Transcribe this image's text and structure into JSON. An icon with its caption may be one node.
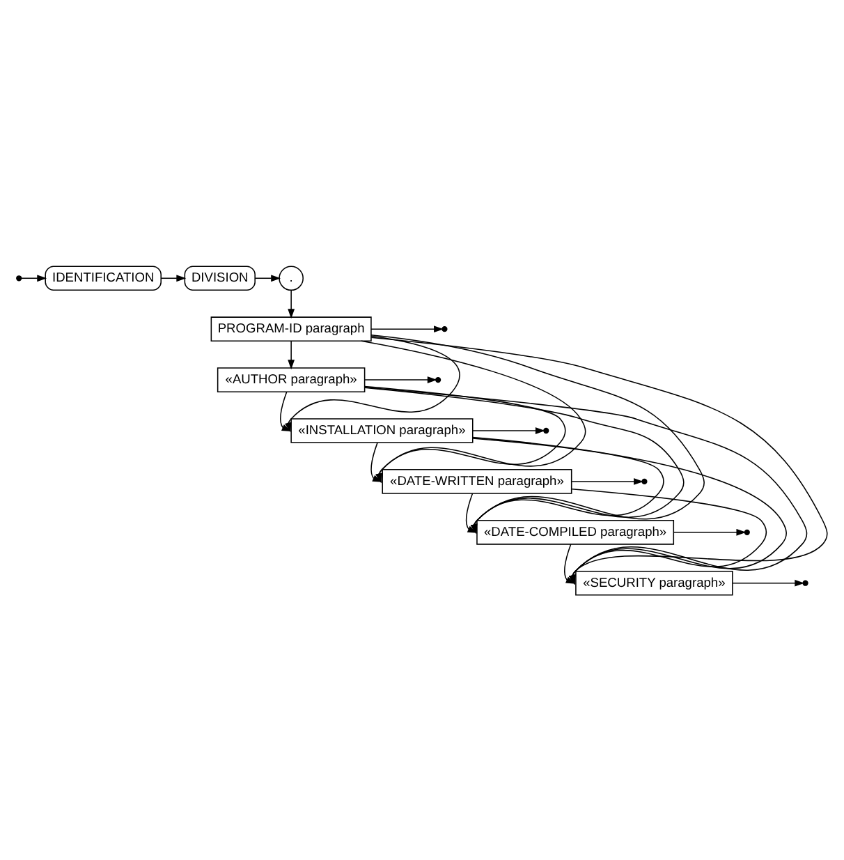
{
  "diagram": {
    "nodes": [
      {
        "text": [
          "IDENTIFICATION"
        ]
      },
      {
        "text": [
          "DIVISION"
        ]
      },
      {
        "text": [
          "."
        ]
      },
      {
        "text": [
          "PROGRAM-ID paragraph"
        ]
      },
      {
        "text": [
          "«AUTHOR paragraph»"
        ]
      },
      {
        "text": [
          "«INSTALLATION paragraph»"
        ]
      },
      {
        "text": [
          "«DATE-WRITTEN paragraph»"
        ]
      },
      {
        "text": [
          "«DATE-COMPILED paragraph»"
        ]
      },
      {
        "text": [
          "«SECURITY paragraph»"
        ]
      }
    ],
    "edges": [
      {
        "from": null,
        "to": 0,
        "arrow": "to"
      },
      {
        "from": 0,
        "to": 1,
        "arrow": "to"
      },
      {
        "from": 1,
        "to": 2,
        "arrow": "to"
      },
      {
        "from": 2,
        "to": 3,
        "arrow": "to"
      },
      {
        "from": 3,
        "to": null,
        "arrow": "to"
      },
      {
        "from": 3,
        "to": 4,
        "arrow": "to"
      },
      {
        "from": 3,
        "to": 5,
        "arrow": "to"
      },
      {
        "from": 3,
        "to": 6,
        "arrow": "to"
      },
      {
        "from": 3,
        "to": 7,
        "arrow": "to"
      },
      {
        "from": 3,
        "to": 8,
        "arrow": "to"
      },
      {
        "from": 4,
        "to": null,
        "arrow": "to"
      },
      {
        "from": 4,
        "to": 5,
        "arrow": "to"
      },
      {
        "from": 4,
        "to": 6,
        "arrow": "to"
      },
      {
        "from": 4,
        "to": 7,
        "arrow": "to"
      },
      {
        "from": 4,
        "to": 8,
        "arrow": "to"
      },
      {
        "from": 5,
        "to": null,
        "arrow": "to"
      },
      {
        "from": 5,
        "to": 6,
        "arrow": "to"
      },
      {
        "from": 5,
        "to": 7,
        "arrow": "to"
      },
      {
        "from": 5,
        "to": 8,
        "arrow": "to"
      },
      {
        "from": 6,
        "to": null,
        "arrow": "to"
      },
      {
        "from": 6,
        "to": 7,
        "arrow": "to"
      },
      {
        "from": 6,
        "to": 8,
        "arrow": "to"
      },
      {
        "from": 7,
        "to": null,
        "arrow": "to"
      },
      {
        "from": 7,
        "to": 8,
        "arrow": "to"
      },
      {
        "from": 8,
        "to": null,
        "arrow": "to"
      }
    ]
  }
}
